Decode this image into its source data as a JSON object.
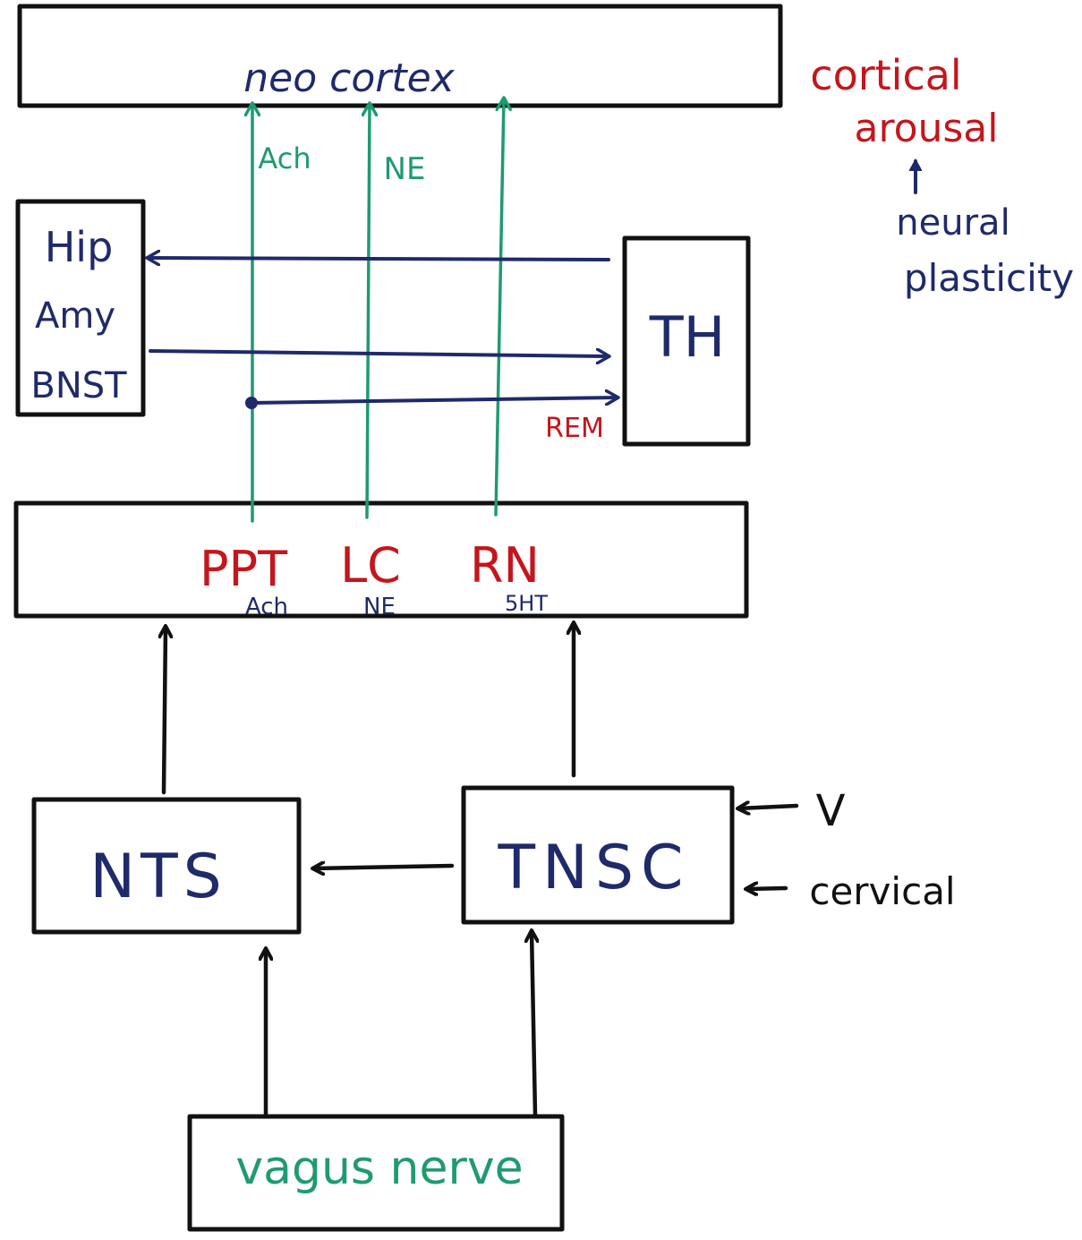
{
  "colors": {
    "ink": "#111111",
    "navy": "#1f2a6b",
    "red": "#c4161c",
    "green": "#1f9a73"
  },
  "nodes": {
    "neocortex": "neo cortex",
    "hip": "Hip",
    "amy": "Amy",
    "bnst": "BNST",
    "th": "TH",
    "ppt": "PPT",
    "ppt_sub": "Ach",
    "lc": "LC",
    "lc_sub": "NE",
    "rn": "RN",
    "rn_sub": "5HT",
    "nts": "NTS",
    "tnsc": "TNSC",
    "vagus": "vagus nerve"
  },
  "edge_labels": {
    "ach": "Ach",
    "ne": "NE",
    "rem": "REM",
    "v": "V",
    "cervical": "cervical"
  },
  "side_note": {
    "cortical": "cortical",
    "arousal": "arousal",
    "neural": "neural",
    "plasticity": "plasticity"
  }
}
